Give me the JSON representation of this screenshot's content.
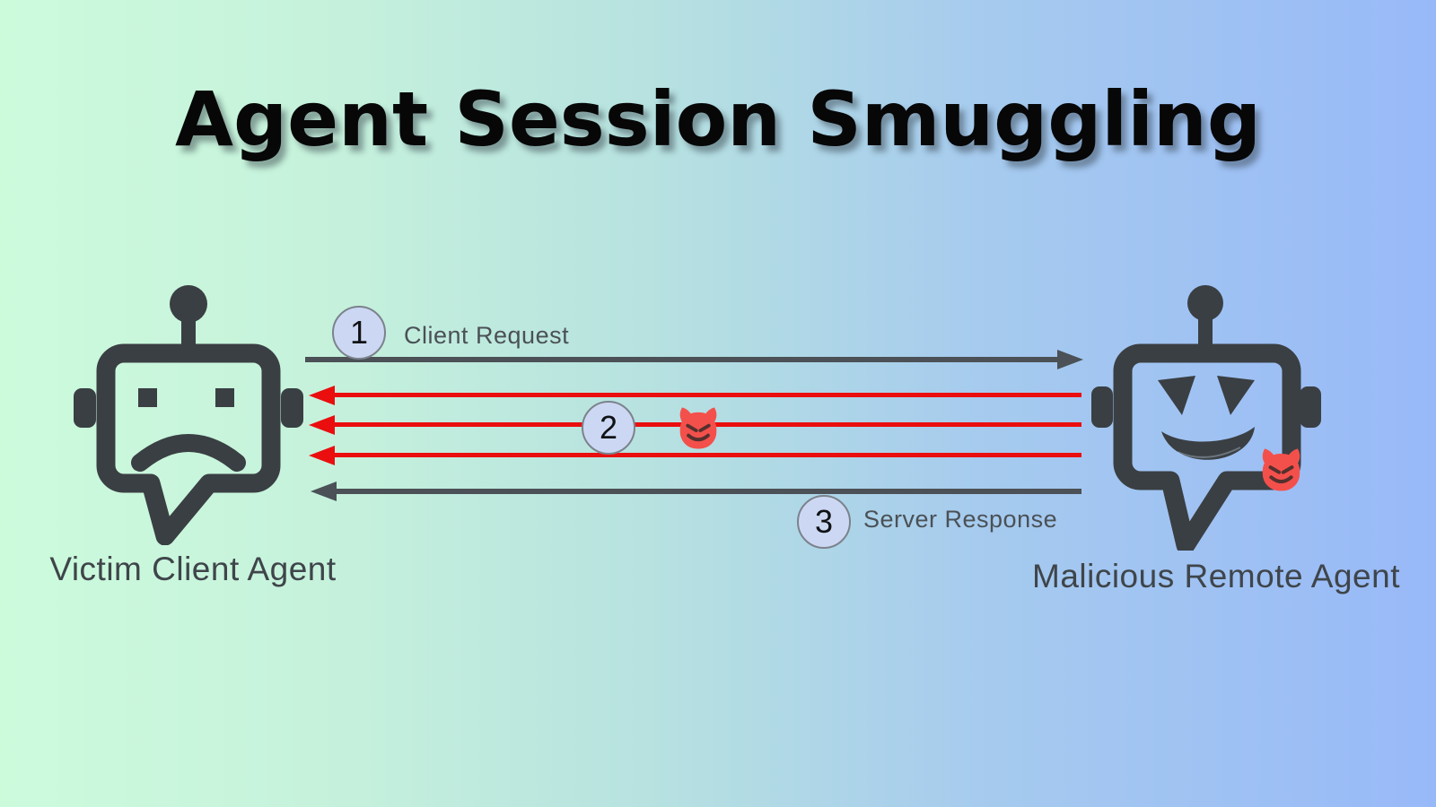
{
  "title": "Agent Session Smuggling",
  "agents": {
    "client": {
      "name": "Victim Client Agent",
      "role": "victim"
    },
    "remote": {
      "name": "Malicious Remote Agent",
      "role": "malicious"
    }
  },
  "flows": {
    "request": {
      "step": "1",
      "label": "Client Request",
      "direction": "right",
      "style": "normal"
    },
    "injected": {
      "step": "2",
      "label": "",
      "direction": "left",
      "style": "malicious",
      "arrow_count": 3
    },
    "response": {
      "step": "3",
      "label": "Server Response",
      "direction": "left",
      "style": "normal"
    }
  },
  "icons": {
    "victim_robot": "sad-robot-icon",
    "malicious_robot": "evil-robot-icon",
    "devil": "smiling-devil-emoji-icon"
  },
  "colors": {
    "background_left": "#ccfbdc",
    "background_right": "#98b9f8",
    "arrow_dark": "#4b5156",
    "arrow_red": "#ea0e0e",
    "badge_fill": "#ccd8f3",
    "badge_border": "#7c828c",
    "robot": "#3a3f43",
    "label_text": "#3f454a",
    "devil_red": "#f4504b",
    "title_text": "#070708"
  }
}
